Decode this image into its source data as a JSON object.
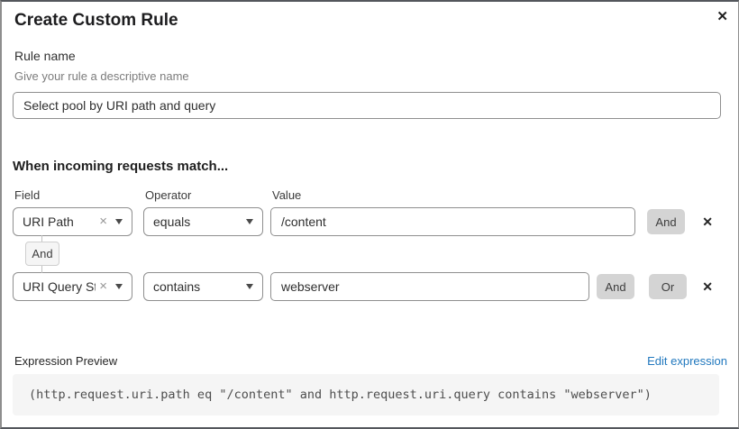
{
  "dialog": {
    "title": "Create Custom Rule",
    "close_icon": "✕"
  },
  "rule_name": {
    "label": "Rule name",
    "hint": "Give your rule a descriptive name",
    "value": "Select pool by URI path and query"
  },
  "match": {
    "heading": "When incoming requests match...",
    "columns": {
      "field": "Field",
      "operator": "Operator",
      "value": "Value"
    },
    "connector_label": "And",
    "clear_icon": "×",
    "remove_icon": "✕",
    "rows": [
      {
        "field": "URI Path",
        "operator": "equals",
        "value": "/content",
        "and_label": "And"
      },
      {
        "field": "URI Query St...",
        "operator": "contains",
        "value": "webserver",
        "and_label": "And",
        "or_label": "Or"
      }
    ]
  },
  "expression": {
    "label": "Expression Preview",
    "edit_link": "Edit expression",
    "code": "(http.request.uri.path eq \"/content\" and http.request.uri.query contains \"webserver\")"
  },
  "colors": {
    "link_blue": "#2178be",
    "button_gray": "#d4d4d4",
    "code_background": "#f5f5f5"
  }
}
